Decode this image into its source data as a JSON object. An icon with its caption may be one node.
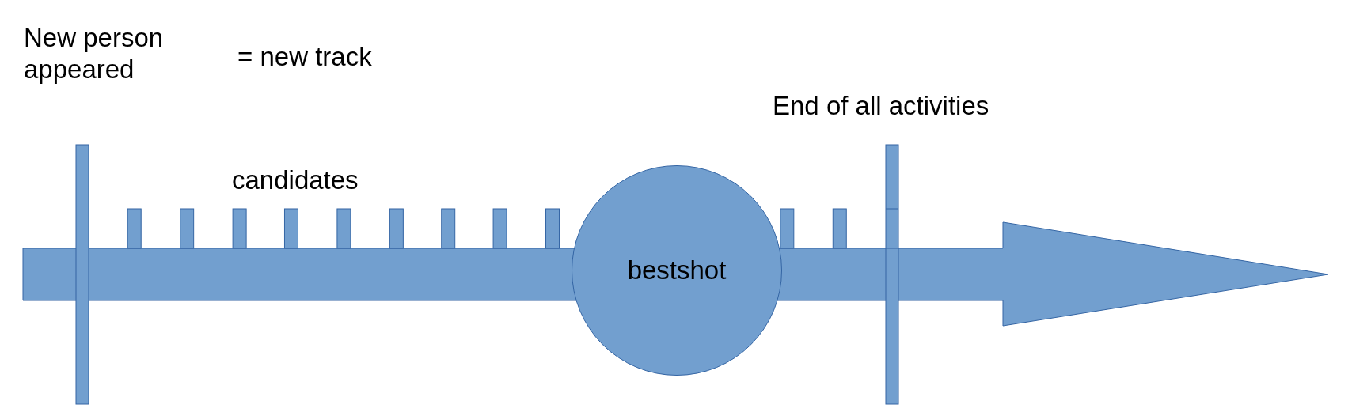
{
  "diagram": {
    "nodes": [
      {
        "text": [
          "bestshot"
        ]
      }
    ],
    "labels": [
      "New person appeared",
      "= new track",
      "candidates",
      "End of all activities"
    ]
  }
}
